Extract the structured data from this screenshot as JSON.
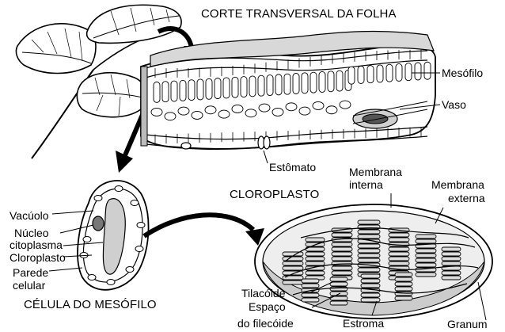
{
  "titles": {
    "leaf_section": "CORTE TRANSVERSAL DA FOLHA",
    "chloroplast": "CLOROPLASTO",
    "mesophyll_cell": "CÉLULA DO MESÓFILO"
  },
  "leaf_labels": {
    "mesofilo": "Mesófilo",
    "vaso": "Vaso",
    "estomato": "Estômato"
  },
  "cell_labels": {
    "vacuolo": "Vacúolo",
    "nucleo": "Núcleo",
    "citoplasma": "citoplasma",
    "cloroplasto": "Cloroplasto",
    "parede_1": "Parede",
    "parede_2": "celular"
  },
  "chloroplast_labels": {
    "membrana_interna_1": "Membrana",
    "membrana_interna_2": "interna",
    "membrana_externa_1": "Membrana",
    "membrana_externa_2": "externa",
    "tilacoide": "Tilacóide",
    "espaco_1": "Espaço",
    "espaco_2": "do filecóide",
    "estroma": "Estroma",
    "granum": "Granum"
  }
}
